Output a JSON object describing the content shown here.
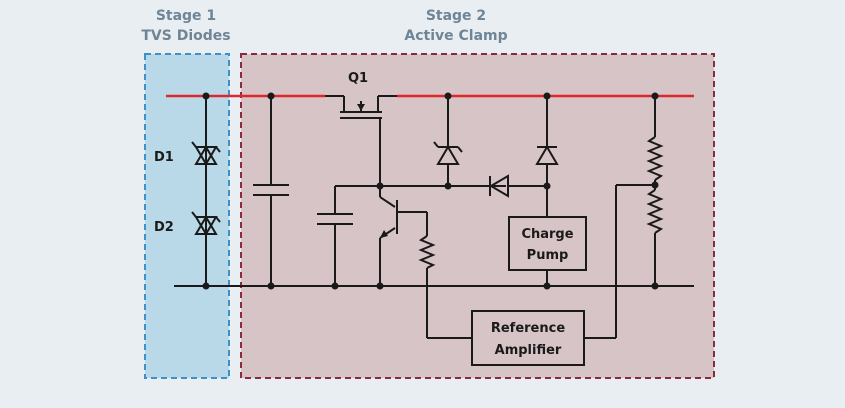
{
  "stage1": {
    "number": "Stage 1",
    "name": "TVS Diodes"
  },
  "stage2": {
    "number": "Stage 2",
    "name": "Active Clamp"
  },
  "labels": {
    "q1": "Q1",
    "d1": "D1",
    "d2": "D2",
    "charge_pump_line1": "Charge",
    "charge_pump_line2": "Pump",
    "ref_amp_line1": "Reference",
    "ref_amp_line2": "Amplifier"
  },
  "colors": {
    "stage1_fill": "#b9d9e8",
    "stage1_border": "#3f8fc9",
    "stage2_fill": "#d6c4c6",
    "stage2_border": "#8a2a3a",
    "supply_rail": "#e0252b",
    "wire": "#1a1a1a",
    "title_text": "#6f8596"
  }
}
